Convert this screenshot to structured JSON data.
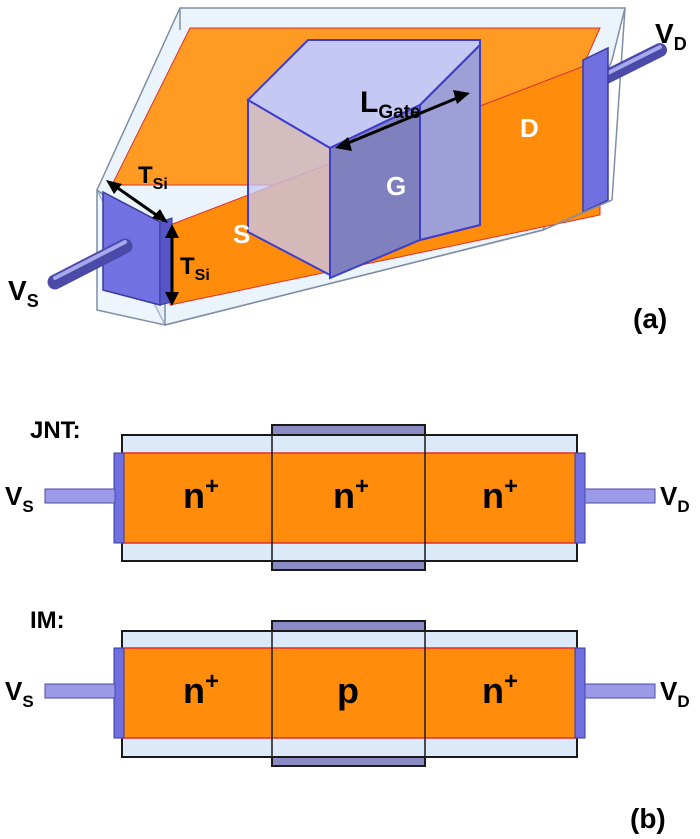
{
  "panel_a": {
    "label": "(a)",
    "source_letter": "S",
    "gate_letter": "G",
    "drain_letter": "D",
    "vs": {
      "main": "V",
      "sub": "S"
    },
    "vd": {
      "main": "V",
      "sub": "D"
    },
    "tsi_top": {
      "main": "T",
      "sub": "Si"
    },
    "tsi_side": {
      "main": "T",
      "sub": "Si"
    },
    "lgate": {
      "main": "L",
      "sub": "Gate"
    }
  },
  "panel_b": {
    "label": "(b)",
    "devices": [
      {
        "name": "JNT:",
        "regions": [
          {
            "main": "n",
            "sup": "+"
          },
          {
            "main": "n",
            "sup": "+"
          },
          {
            "main": "n",
            "sup": "+"
          }
        ],
        "vs": {
          "main": "V",
          "sub": "S"
        },
        "vd": {
          "main": "V",
          "sub": "D"
        }
      },
      {
        "name": "IM:",
        "regions": [
          {
            "main": "n",
            "sup": "+"
          },
          {
            "main": "p",
            "sup": ""
          },
          {
            "main": "n",
            "sup": "+"
          }
        ],
        "vs": {
          "main": "V",
          "sub": "S"
        },
        "vd": {
          "main": "V",
          "sub": "D"
        }
      }
    ]
  },
  "colors": {
    "silicon": "#ff8c0a",
    "oxide": "#dbe9f8",
    "contact": "#6f6fe0",
    "gate": "#8a8ac4",
    "gate_front": "#7f7fbd",
    "gate_top": "#c5c8f3",
    "outline": "#1a1a1a"
  }
}
